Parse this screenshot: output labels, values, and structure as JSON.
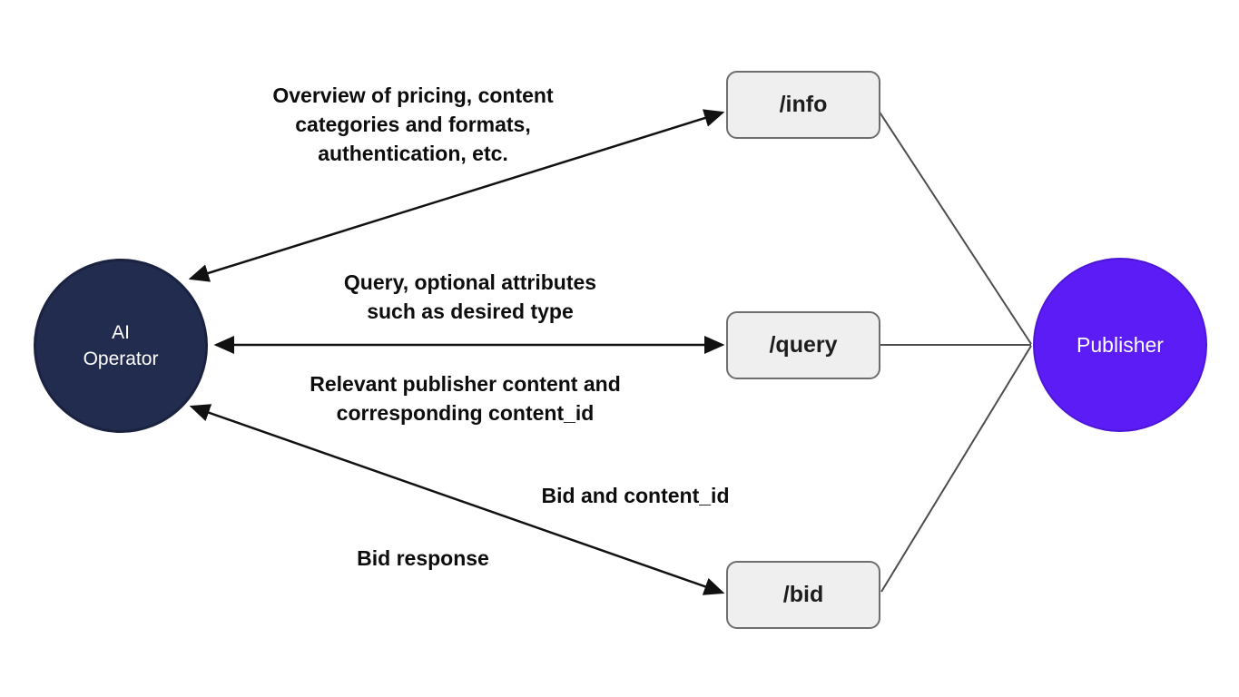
{
  "diagram": {
    "title": "AI Operator to Publisher API flow",
    "nodes": {
      "ai_operator": {
        "label": "AI Operator",
        "color": "#222c4f",
        "text_color": "#ffffff",
        "shape": "circle"
      },
      "publisher": {
        "label": "Publisher",
        "color": "#5b1cf5",
        "text_color": "#ffffff",
        "shape": "circle"
      }
    },
    "endpoints": [
      {
        "label": "/info"
      },
      {
        "label": "/query"
      },
      {
        "label": "/bid"
      }
    ],
    "labels": {
      "info_request": {
        "lines": [
          "Overview of pricing, content",
          "categories and formats,",
          "authentication, etc."
        ]
      },
      "query_request": {
        "lines": [
          "Query, optional attributes",
          "such as desired type"
        ]
      },
      "query_response": {
        "lines": [
          "Relevant publisher content and",
          "corresponding content_id"
        ]
      },
      "bid_request": {
        "lines": [
          "Bid and content_id"
        ]
      },
      "bid_response": {
        "lines": [
          "Bid response"
        ]
      }
    },
    "colors": {
      "background": "#ffffff",
      "arrow": "#111111",
      "publisher_link_line": "#4d4d4d",
      "endpoint_box_fill": "#efefef",
      "endpoint_box_border": "#6e6e6e",
      "label_text": "#0d0d0d"
    }
  }
}
